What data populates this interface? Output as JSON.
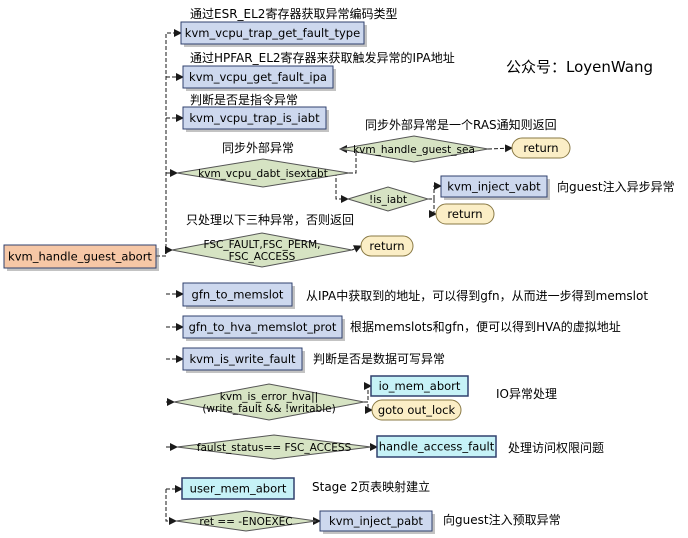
{
  "watermark": "公众号：LoyenWang",
  "colors": {
    "start": "#f6c7a6",
    "process": "#cdd8ee",
    "highlight": "#c6f2f7",
    "decision": "#d6e3c3",
    "terminal": "#fbeec6",
    "border": "#30416e",
    "arrow": "#1a1a1a"
  },
  "nodes": [
    {
      "id": "start",
      "text": "kvm_handle_guest_abort"
    },
    {
      "id": "n1",
      "text": "kvm_vcpu_trap_get_fault_type"
    },
    {
      "id": "n2",
      "text": "kvm_vcpu_get_fault_ipa"
    },
    {
      "id": "n3",
      "text": "kvm_vcpu_trap_is_iabt"
    },
    {
      "id": "d1",
      "text": "kvm_vcpu_dabt_isextabt"
    },
    {
      "id": "sea",
      "text": "kvm_handle_guest_sea"
    },
    {
      "id": "r1",
      "text": "return"
    },
    {
      "id": "d1b",
      "text": "!is_iabt"
    },
    {
      "id": "vabt",
      "text": "kvm_inject_vabt"
    },
    {
      "id": "r2",
      "text": "return"
    },
    {
      "id": "d2",
      "lines": [
        "FSC_FAULT,FSC_PERM,",
        "FSC_ACCESS"
      ]
    },
    {
      "id": "r3",
      "text": "return"
    },
    {
      "id": "n4",
      "text": "gfn_to_memslot"
    },
    {
      "id": "n5",
      "text": "gfn_to_hva_memslot_prot"
    },
    {
      "id": "n6",
      "text": "kvm_is_write_fault"
    },
    {
      "id": "d3",
      "lines": [
        "kvm_is_error_hva||",
        "(write_fault && !writable)"
      ]
    },
    {
      "id": "mmio",
      "text": "io_mem_abort"
    },
    {
      "id": "gout",
      "text": "goto out_lock"
    },
    {
      "id": "d4",
      "text": "faulst_status== FSC_ACCESS"
    },
    {
      "id": "haf",
      "text": "handle_access_fault"
    },
    {
      "id": "uma",
      "text": "user_mem_abort"
    },
    {
      "id": "d5",
      "text": "ret == -ENOEXEC"
    },
    {
      "id": "pabt",
      "text": "kvm_inject_pabt"
    }
  ],
  "annotations": [
    {
      "id": "a1",
      "text": "通过ESR_EL2寄存器获取异常编码类型"
    },
    {
      "id": "a2",
      "text": "通过HPFAR_EL2寄存器来获取触发异常的IPA地址"
    },
    {
      "id": "a3",
      "text": "判断是否是指令异常"
    },
    {
      "id": "a4",
      "text": "同步外部异常"
    },
    {
      "id": "a5",
      "text": "同步外部异常是一个RAS通知则返回"
    },
    {
      "id": "a6",
      "text": "向guest注入异步异常"
    },
    {
      "id": "a7",
      "text": "只处理以下三种异常，否则返回"
    },
    {
      "id": "a8",
      "text": "从IPA中获取到的地址，可以得到gfn，从而进一步得到memslot"
    },
    {
      "id": "a9",
      "text": "根据memslots和gfn，便可以得到HVA的虚拟地址"
    },
    {
      "id": "a10",
      "text": "判断是否是数据可写异常"
    },
    {
      "id": "a11",
      "text": "IO异常处理"
    },
    {
      "id": "a12",
      "text": "处理访问权限问题"
    },
    {
      "id": "a13",
      "text": "Stage 2页表映射建立"
    },
    {
      "id": "a14",
      "text": "向guest注入预取异常"
    }
  ]
}
